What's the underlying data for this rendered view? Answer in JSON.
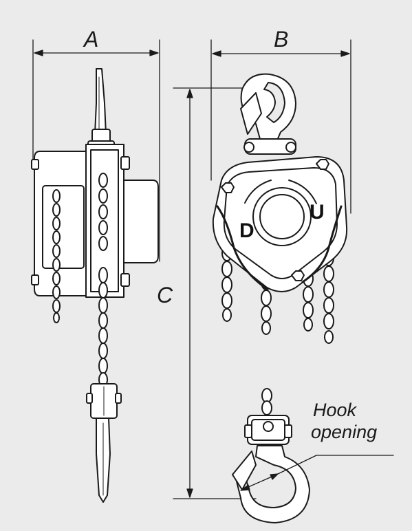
{
  "dimensions": {
    "a": "A",
    "b": "B",
    "c": "C"
  },
  "annotation": {
    "line1": "Hook",
    "line2": "opening"
  },
  "body_marks": {
    "down": "D",
    "up": "U"
  },
  "colors": {
    "background": "#ebebeb",
    "stroke": "#1a1a1a",
    "fill": "#ffffff"
  }
}
